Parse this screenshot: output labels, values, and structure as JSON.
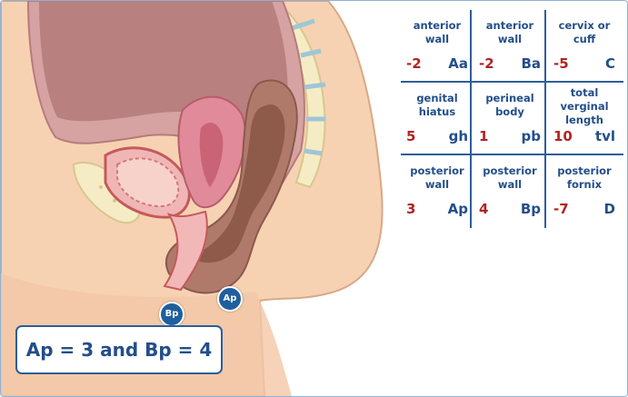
{
  "grid": {
    "cells": [
      {
        "label": "anterior wall",
        "value": "-2",
        "abbr": "Aa"
      },
      {
        "label": "anterior wall",
        "value": "-2",
        "abbr": "Ba"
      },
      {
        "label": "cervix or cuff",
        "value": "-5",
        "abbr": "C"
      },
      {
        "label": "genital hiatus",
        "value": "5",
        "abbr": "gh"
      },
      {
        "label": "perineal body",
        "value": "1",
        "abbr": "pb"
      },
      {
        "label": "total verginal length",
        "value": "10",
        "abbr": "tvl"
      },
      {
        "label": "posterior wall",
        "value": "3",
        "abbr": "Ap"
      },
      {
        "label": "posterior wall",
        "value": "4",
        "abbr": "Bp"
      },
      {
        "label": "posterior fornix",
        "value": "-7",
        "abbr": "D"
      }
    ]
  },
  "markers": {
    "ap": "Ap",
    "bp": "Bp"
  },
  "result": "Ap = 3 and Bp = 4",
  "colors": {
    "label_blue": "#234e8a",
    "value_red": "#b22222",
    "line_blue": "#2d5e98",
    "marker_blue": "#1f5f9e"
  }
}
